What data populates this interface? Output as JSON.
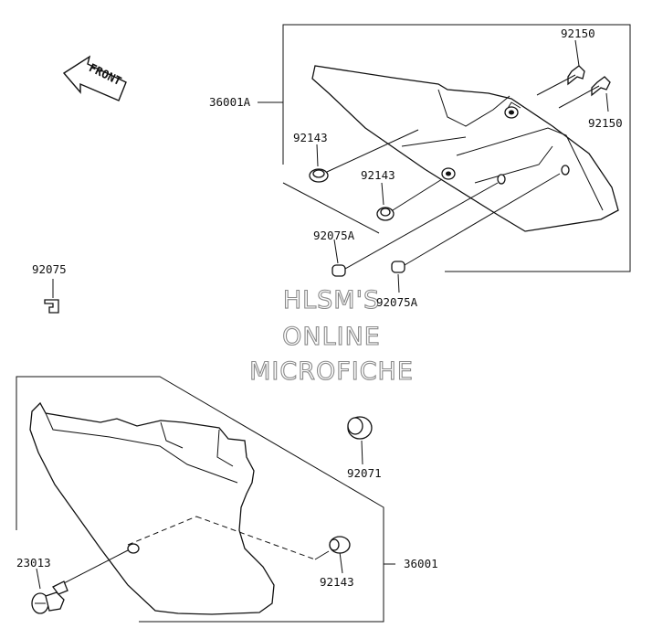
{
  "front_arrow": {
    "text": "FRONT"
  },
  "watermark": {
    "line1": "HLSM'S",
    "line2": "ONLINE",
    "line3": "MICROFICHE"
  },
  "labels": {
    "p92150_top": "92150",
    "p92150_right": "92150",
    "p36001A": "36001A",
    "p92143_left": "92143",
    "p92143_mid": "92143",
    "p92075A_left": "92075A",
    "p92075A_right": "92075A",
    "p92075": "92075",
    "p92071": "92071",
    "p23013": "23013",
    "p92143_lower": "92143",
    "p36001": "36001"
  }
}
